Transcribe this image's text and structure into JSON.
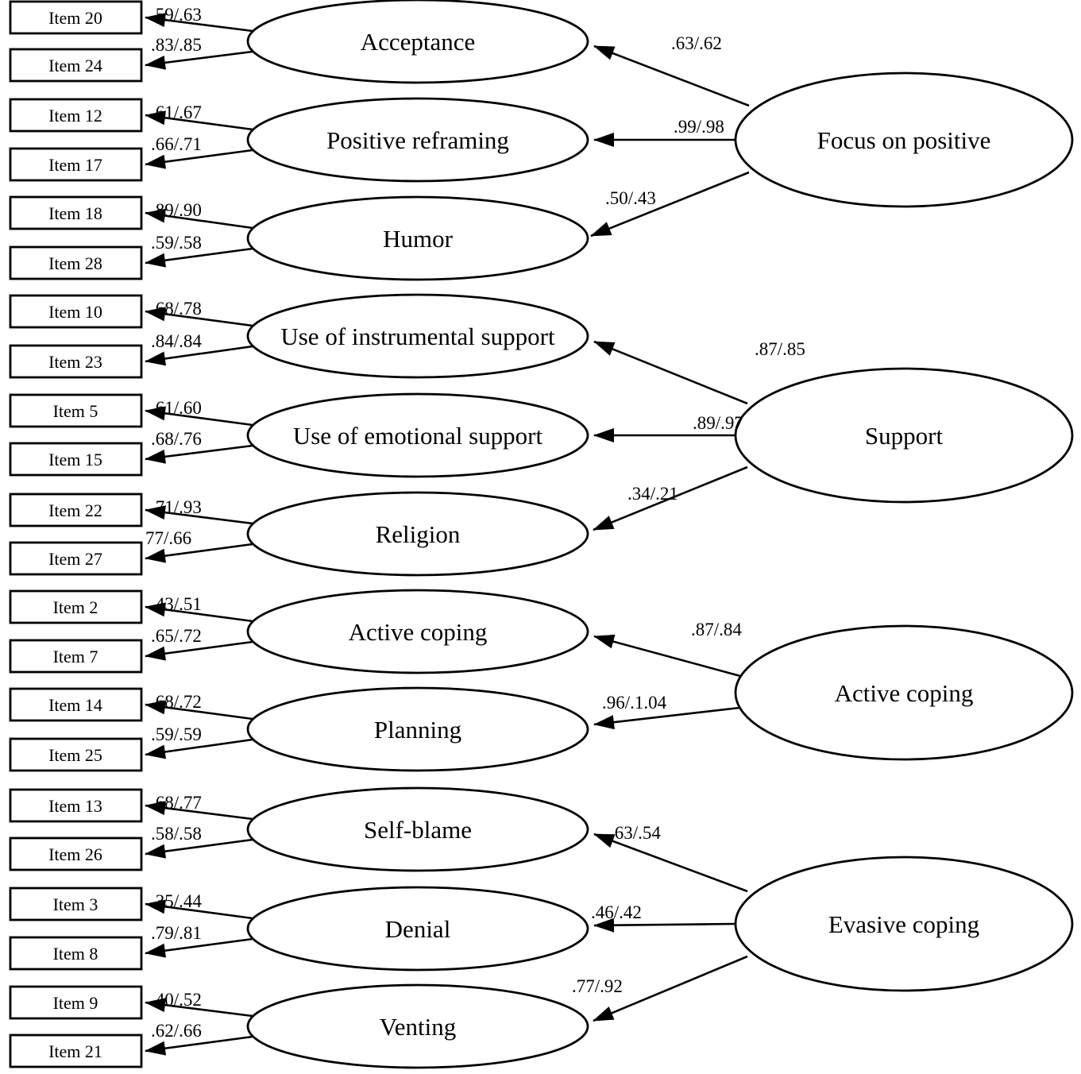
{
  "figure": {
    "type": "second-order confirmatory factor analysis path diagram",
    "stroke_color": "#000000",
    "background_color": "#ffffff",
    "groups": [
      {
        "factor": "Acceptance",
        "items": [
          {
            "label": "Item 20",
            "loading": ".59/.63"
          },
          {
            "label": "Item 24",
            "loading": ".83/.85"
          }
        ]
      },
      {
        "factor": "Positive reframing",
        "items": [
          {
            "label": "Item 12",
            "loading": ".61/.67"
          },
          {
            "label": "Item 17",
            "loading": ".66/.71"
          }
        ]
      },
      {
        "factor": "Humor",
        "items": [
          {
            "label": "Item 18",
            "loading": ".89/.90"
          },
          {
            "label": "Item 28",
            "loading": ".59/.58"
          }
        ]
      },
      {
        "factor": "Use of instrumental support",
        "items": [
          {
            "label": "Item 10",
            "loading": ".68/.78"
          },
          {
            "label": "Item 23",
            "loading": ".84/.84"
          }
        ]
      },
      {
        "factor": "Use of emotional support",
        "items": [
          {
            "label": "Item 5",
            "loading": ".61/.60"
          },
          {
            "label": "Item 15",
            "loading": ".68/.76"
          }
        ]
      },
      {
        "factor": "Religion",
        "items": [
          {
            "label": "Item 22",
            "loading": ".71/.93"
          },
          {
            "label": "Item 27",
            "loading": "77/.66"
          }
        ]
      },
      {
        "factor": "Active coping",
        "items": [
          {
            "label": "Item 2",
            "loading": ".43/.51"
          },
          {
            "label": "Item 7",
            "loading": ".65/.72"
          }
        ]
      },
      {
        "factor": "Planning",
        "items": [
          {
            "label": "Item 14",
            "loading": ".68/.72"
          },
          {
            "label": "Item 25",
            "loading": ".59/.59"
          }
        ]
      },
      {
        "factor": "Self-blame",
        "items": [
          {
            "label": "Item 13",
            "loading": ".68/.77"
          },
          {
            "label": "Item 26",
            "loading": ".58/.58"
          }
        ]
      },
      {
        "factor": "Denial",
        "items": [
          {
            "label": "Item 3",
            "loading": ".35/.44"
          },
          {
            "label": "Item 8",
            "loading": ".79/.81"
          }
        ]
      },
      {
        "factor": "Venting",
        "items": [
          {
            "label": "Item 9",
            "loading": ".40/.52"
          },
          {
            "label": "Item 21",
            "loading": ".62/.66"
          }
        ]
      }
    ],
    "second_order_factors": [
      {
        "name": "Focus on positive",
        "paths": [
          {
            "target": "Acceptance",
            "loading": ".63/.62"
          },
          {
            "target": "Positive reframing",
            "loading": ".99/.98"
          },
          {
            "target": "Humor",
            "loading": ".50/.43"
          }
        ]
      },
      {
        "name": "Support",
        "paths": [
          {
            "target": "Use of instrumental support",
            "loading": ".87/.85"
          },
          {
            "target": "Use of emotional support",
            "loading": ".89/.97"
          },
          {
            "target": "Religion",
            "loading": ".34/.21"
          }
        ]
      },
      {
        "name": "Active coping",
        "paths": [
          {
            "target": "Active coping",
            "loading": ".87/.84"
          },
          {
            "target": "Planning",
            "loading": ".96/.1.04"
          }
        ]
      },
      {
        "name": "Evasive coping",
        "paths": [
          {
            "target": "Self-blame",
            "loading": ".63/.54"
          },
          {
            "target": "Denial",
            "loading": ".46/.42"
          },
          {
            "target": "Venting",
            "loading": ".77/.92"
          }
        ]
      }
    ]
  }
}
